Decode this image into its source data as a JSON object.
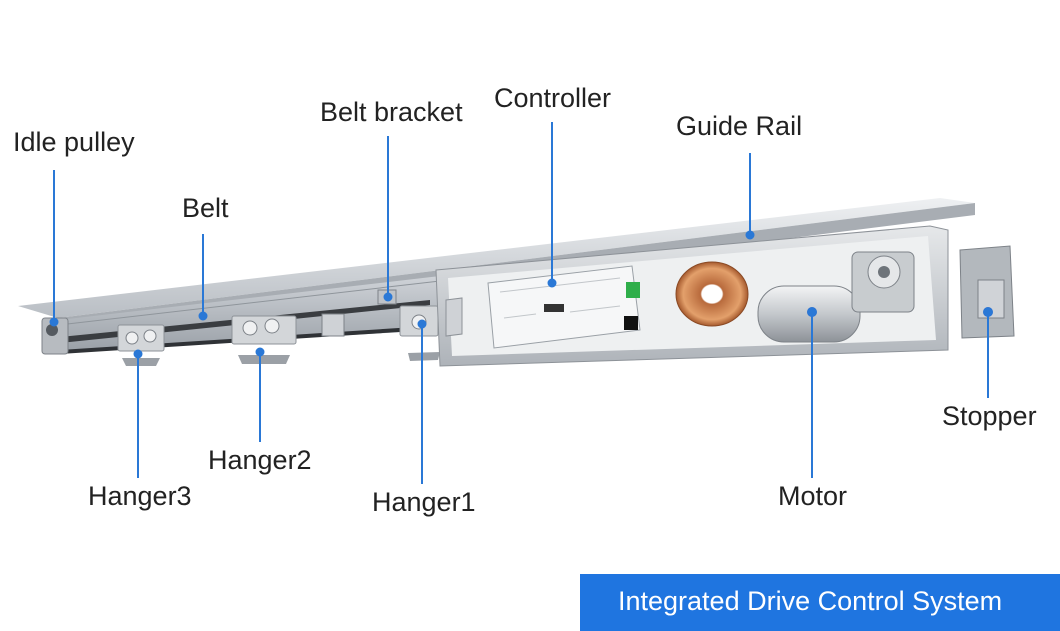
{
  "labels": {
    "idle_pulley": "Idle pulley",
    "belt": "Belt",
    "belt_bracket": "Belt bracket",
    "controller": "Controller",
    "guide_rail": "Guide Rail",
    "stopper": "Stopper",
    "motor": "Motor",
    "hanger1": "Hanger1",
    "hanger2": "Hanger2",
    "hanger3": "Hanger3"
  },
  "banner": {
    "title": "Integrated Drive Control System"
  },
  "colors": {
    "leader_line": "#2a78d6",
    "banner_bg": "#1f75e0",
    "rail": "#c9cdd2",
    "housing": "#d9dcdf"
  }
}
